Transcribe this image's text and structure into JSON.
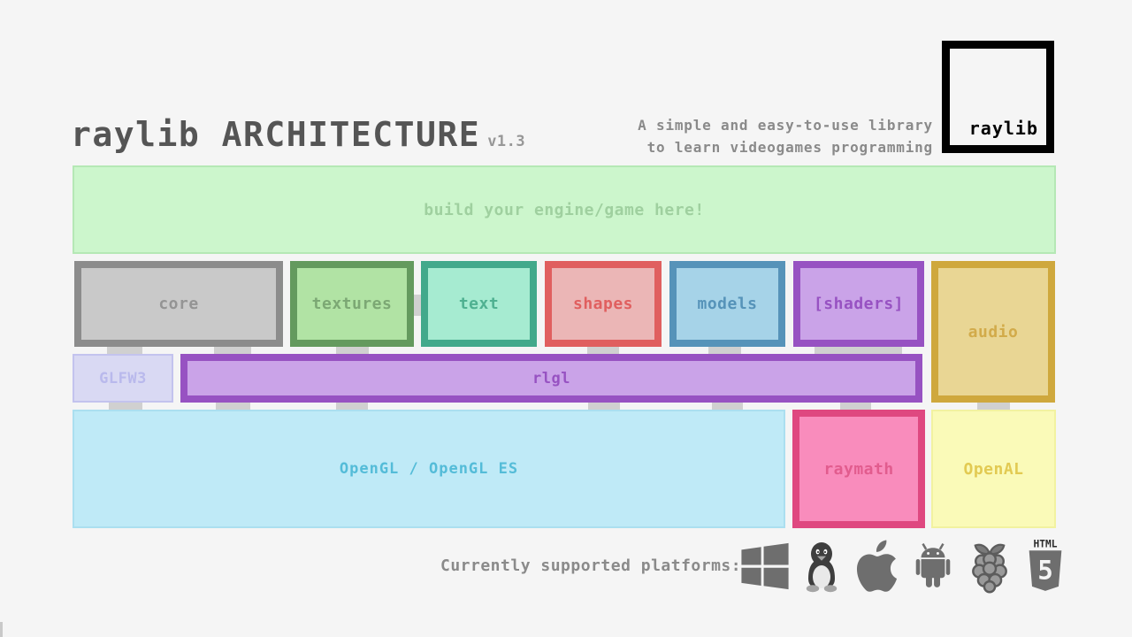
{
  "header": {
    "title": "raylib ARCHITECTURE",
    "version": "v1.3",
    "tagline": [
      "A simple and easy-to-use library",
      "to learn videogames programming"
    ],
    "logo_text": "raylib"
  },
  "boxes": {
    "engine": {
      "label": "build your engine/game here!",
      "fill": "#ccf6cc",
      "border": "#b5e8b5",
      "text_color": "#9fd09f"
    },
    "core": {
      "label": "core",
      "fill": "#c9c9c9",
      "border": "#8c8c8c",
      "text_color": "#949494"
    },
    "textures": {
      "label": "textures",
      "fill": "#b1e3a4",
      "border": "#649a5e",
      "text_color": "#7ca874"
    },
    "text": {
      "label": "text",
      "fill": "#a6ebd1",
      "border": "#42a98b",
      "text_color": "#4fb191"
    },
    "shapes": {
      "label": "shapes",
      "fill": "#ebb6b6",
      "border": "#e05f5f",
      "text_color": "#e05f5f"
    },
    "models": {
      "label": "models",
      "fill": "#a6d3e8",
      "border": "#5693b9",
      "text_color": "#5693b9"
    },
    "shaders": {
      "label": "[shaders]",
      "fill": "#caa3e8",
      "border": "#9752c2",
      "text_color": "#9752c2"
    },
    "audio": {
      "label": "audio",
      "fill": "#e9d694",
      "border": "#cfa83d",
      "text_color": "#d2ab4a"
    },
    "glfw3": {
      "label": "GLFW3",
      "fill": "#d9d9f3",
      "border": "#c3c3ee",
      "text_color": "#b9b9ec"
    },
    "rlgl": {
      "label": "rlgl",
      "fill": "#caa3e8",
      "border": "#9752c2",
      "text_color": "#9752c2"
    },
    "opengl": {
      "label": "OpenGL / OpenGL ES",
      "fill": "#bfeaf7",
      "border": "#abdff0",
      "text_color": "#54bcd8"
    },
    "raymath": {
      "label": "raymath",
      "fill": "#f98cbc",
      "border": "#df4880",
      "text_color": "#e25c8e"
    },
    "openal": {
      "label": "OpenAL",
      "fill": "#fafab8",
      "border": "#f2f2a0",
      "text_color": "#e2ca52"
    }
  },
  "colors": {
    "background": "#f5f5f5",
    "connector": "#d0d0d0",
    "title": "#555555",
    "tagline": "#8a8a8a"
  },
  "platforms": {
    "label": "Currently supported platforms:",
    "icon_color": "#6e6e6e",
    "icons": [
      "windows",
      "linux",
      "apple",
      "android",
      "raspberry-pi",
      "html5"
    ],
    "html5": {
      "top_text": "HTML",
      "number": "5"
    }
  }
}
